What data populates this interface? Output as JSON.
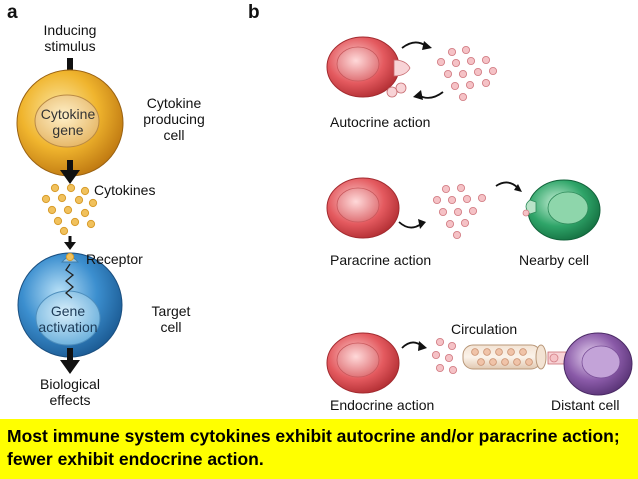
{
  "panels": {
    "a": "a",
    "b": "b"
  },
  "panel_a": {
    "inducing_stimulus": "Inducing\nstimulus",
    "cytokine_gene": "Cytokine\ngene",
    "producing_cell": "Cytokine\nproducing\ncell",
    "cytokines": "Cytokines",
    "receptor": "Receptor",
    "gene_activation": "Gene\nactivation",
    "target_cell": "Target\ncell",
    "biological_effects": "Biological\neffects"
  },
  "panel_b": {
    "autocrine": "Autocrine action",
    "paracrine": "Paracrine action",
    "nearby_cell": "Nearby cell",
    "circulation": "Circulation",
    "endocrine": "Endocrine action",
    "distant_cell": "Distant cell"
  },
  "caption": "Most immune system cytokines exhibit autocrine and/or paracrine action; fewer exhibit endocrine action.",
  "colors": {
    "producing_cell": "#f0b52e",
    "target_cell": "#3c8fcf",
    "red_cell": "#e45a5f",
    "green_cell": "#2fa569",
    "purple_cell": "#8a5aa8",
    "cytokine_dot": "#f1c15c",
    "pink_dot": "#f5c2c6",
    "caption_bg": "#ffff00"
  }
}
